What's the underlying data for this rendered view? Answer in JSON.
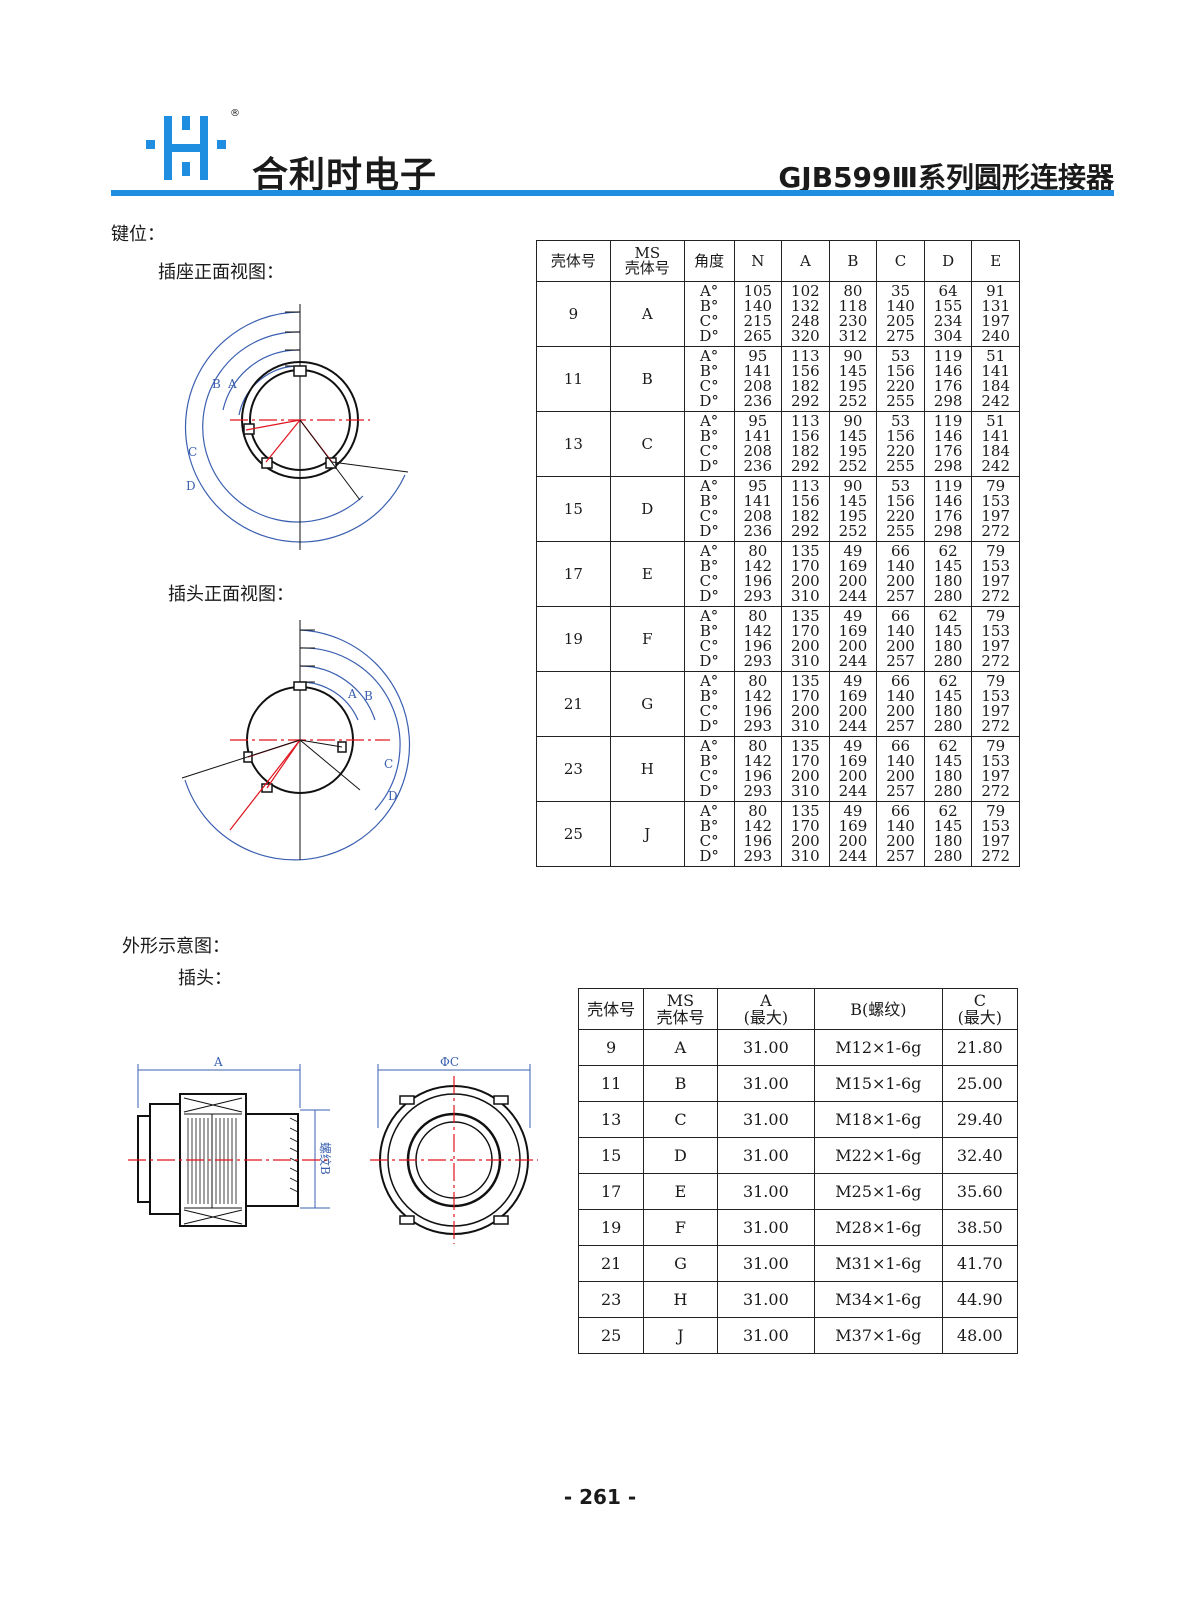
{
  "header": {
    "brand": "合利时电子",
    "registered": "®",
    "series_title": "GJB599Ⅲ系列圆形连接器"
  },
  "labels": {
    "key_position": "键位：",
    "receptacle_front": "插座正面视图：",
    "plug_front": "插头正面视图：",
    "outline": "外形示意图：",
    "plug": "插头："
  },
  "diagram_labels": {
    "A": "A",
    "B": "B",
    "C": "C",
    "D": "D",
    "dimA": "A",
    "phiC": "ΦC",
    "threadB": "螺纹B"
  },
  "key_table": {
    "headers": [
      "壳体号",
      "MS\n壳体号",
      "角度",
      "N",
      "A",
      "B",
      "C",
      "D",
      "E"
    ],
    "angles": [
      "A°",
      "B°",
      "C°",
      "D°"
    ],
    "rows": [
      {
        "shell": "9",
        "ms": "A",
        "N": [
          "105",
          "140",
          "215",
          "265"
        ],
        "A": [
          "102",
          "132",
          "248",
          "320"
        ],
        "B": [
          "80",
          "118",
          "230",
          "312"
        ],
        "C": [
          "35",
          "140",
          "205",
          "275"
        ],
        "D": [
          "64",
          "155",
          "234",
          "304"
        ],
        "E": [
          "91",
          "131",
          "197",
          "240"
        ]
      },
      {
        "shell": "11",
        "ms": "B",
        "N": [
          "95",
          "141",
          "208",
          "236"
        ],
        "A": [
          "113",
          "156",
          "182",
          "292"
        ],
        "B": [
          "90",
          "145",
          "195",
          "252"
        ],
        "C": [
          "53",
          "156",
          "220",
          "255"
        ],
        "D": [
          "119",
          "146",
          "176",
          "298"
        ],
        "E": [
          "51",
          "141",
          "184",
          "242"
        ]
      },
      {
        "shell": "13",
        "ms": "C",
        "N": [
          "95",
          "141",
          "208",
          "236"
        ],
        "A": [
          "113",
          "156",
          "182",
          "292"
        ],
        "B": [
          "90",
          "145",
          "195",
          "252"
        ],
        "C": [
          "53",
          "156",
          "220",
          "255"
        ],
        "D": [
          "119",
          "146",
          "176",
          "298"
        ],
        "E": [
          "51",
          "141",
          "184",
          "242"
        ]
      },
      {
        "shell": "15",
        "ms": "D",
        "N": [
          "95",
          "141",
          "208",
          "236"
        ],
        "A": [
          "113",
          "156",
          "182",
          "292"
        ],
        "B": [
          "90",
          "145",
          "195",
          "252"
        ],
        "C": [
          "53",
          "156",
          "220",
          "255"
        ],
        "D": [
          "119",
          "146",
          "176",
          "298"
        ],
        "E": [
          "79",
          "153",
          "197",
          "272"
        ]
      },
      {
        "shell": "17",
        "ms": "E",
        "N": [
          "80",
          "142",
          "196",
          "293"
        ],
        "A": [
          "135",
          "170",
          "200",
          "310"
        ],
        "B": [
          "49",
          "169",
          "200",
          "244"
        ],
        "C": [
          "66",
          "140",
          "200",
          "257"
        ],
        "D": [
          "62",
          "145",
          "180",
          "280"
        ],
        "E": [
          "79",
          "153",
          "197",
          "272"
        ]
      },
      {
        "shell": "19",
        "ms": "F",
        "N": [
          "80",
          "142",
          "196",
          "293"
        ],
        "A": [
          "135",
          "170",
          "200",
          "310"
        ],
        "B": [
          "49",
          "169",
          "200",
          "244"
        ],
        "C": [
          "66",
          "140",
          "200",
          "257"
        ],
        "D": [
          "62",
          "145",
          "180",
          "280"
        ],
        "E": [
          "79",
          "153",
          "197",
          "272"
        ]
      },
      {
        "shell": "21",
        "ms": "G",
        "N": [
          "80",
          "142",
          "196",
          "293"
        ],
        "A": [
          "135",
          "170",
          "200",
          "310"
        ],
        "B": [
          "49",
          "169",
          "200",
          "244"
        ],
        "C": [
          "66",
          "140",
          "200",
          "257"
        ],
        "D": [
          "62",
          "145",
          "180",
          "280"
        ],
        "E": [
          "79",
          "153",
          "197",
          "272"
        ]
      },
      {
        "shell": "23",
        "ms": "H",
        "N": [
          "80",
          "142",
          "196",
          "293"
        ],
        "A": [
          "135",
          "170",
          "200",
          "310"
        ],
        "B": [
          "49",
          "169",
          "200",
          "244"
        ],
        "C": [
          "66",
          "140",
          "200",
          "257"
        ],
        "D": [
          "62",
          "145",
          "180",
          "280"
        ],
        "E": [
          "79",
          "153",
          "197",
          "272"
        ]
      },
      {
        "shell": "25",
        "ms": "J",
        "N": [
          "80",
          "142",
          "196",
          "293"
        ],
        "A": [
          "135",
          "170",
          "200",
          "310"
        ],
        "B": [
          "49",
          "169",
          "200",
          "244"
        ],
        "C": [
          "66",
          "140",
          "200",
          "257"
        ],
        "D": [
          "62",
          "145",
          "180",
          "280"
        ],
        "E": [
          "79",
          "153",
          "197",
          "272"
        ]
      }
    ]
  },
  "dim_table": {
    "headers": [
      "壳体号",
      "MS\n壳体号",
      "A\n(最大)",
      "B(螺纹)",
      "C\n(最大)"
    ],
    "rows": [
      {
        "shell": "9",
        "ms": "A",
        "A": "31.00",
        "B": "M12×1-6g",
        "C": "21.80"
      },
      {
        "shell": "11",
        "ms": "B",
        "A": "31.00",
        "B": "M15×1-6g",
        "C": "25.00"
      },
      {
        "shell": "13",
        "ms": "C",
        "A": "31.00",
        "B": "M18×1-6g",
        "C": "29.40"
      },
      {
        "shell": "15",
        "ms": "D",
        "A": "31.00",
        "B": "M22×1-6g",
        "C": "32.40"
      },
      {
        "shell": "17",
        "ms": "E",
        "A": "31.00",
        "B": "M25×1-6g",
        "C": "35.60"
      },
      {
        "shell": "19",
        "ms": "F",
        "A": "31.00",
        "B": "M28×1-6g",
        "C": "38.50"
      },
      {
        "shell": "21",
        "ms": "G",
        "A": "31.00",
        "B": "M31×1-6g",
        "C": "41.70"
      },
      {
        "shell": "23",
        "ms": "H",
        "A": "31.00",
        "B": "M34×1-6g",
        "C": "44.90"
      },
      {
        "shell": "25",
        "ms": "J",
        "A": "31.00",
        "B": "M37×1-6g",
        "C": "48.00"
      }
    ]
  },
  "page_number": "- 261 -",
  "colors": {
    "accent": "#1f8ee0",
    "dimension": "#3a5fb0",
    "centerline": "#e0141e"
  }
}
